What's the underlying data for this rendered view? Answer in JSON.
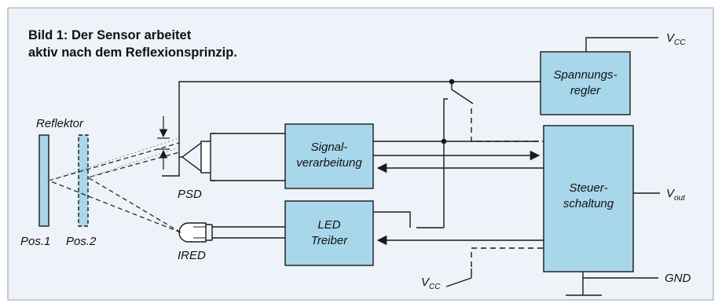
{
  "caption": {
    "line1": "Bild 1: Der Sensor arbeitet",
    "line2": "aktiv nach dem Reflexionsprinzip."
  },
  "labels": {
    "reflektor": "Reflektor",
    "pos1": "Pos.1",
    "pos2": "Pos.2",
    "psd": "PSD",
    "ired": "IRED"
  },
  "blocks": {
    "signal": [
      "Signal-",
      "verarbeitung"
    ],
    "led": [
      "LED",
      "Treiber"
    ],
    "spannung": [
      "Spannungs-",
      "regler"
    ],
    "steuer": [
      "Steuer-",
      "schaltung"
    ]
  },
  "terminals": {
    "vcc_top": {
      "main": "V",
      "sub": "CC"
    },
    "vout": {
      "main": "V",
      "sub": "out"
    },
    "gnd": {
      "main": "GND",
      "sub": ""
    },
    "vcc_bottom": {
      "main": "V",
      "sub": "CC"
    }
  },
  "colors": {
    "background": "#ffffff",
    "panel": "#eef2f9",
    "block_fill": "#a8d6ea",
    "line": "#1a1a1a"
  }
}
